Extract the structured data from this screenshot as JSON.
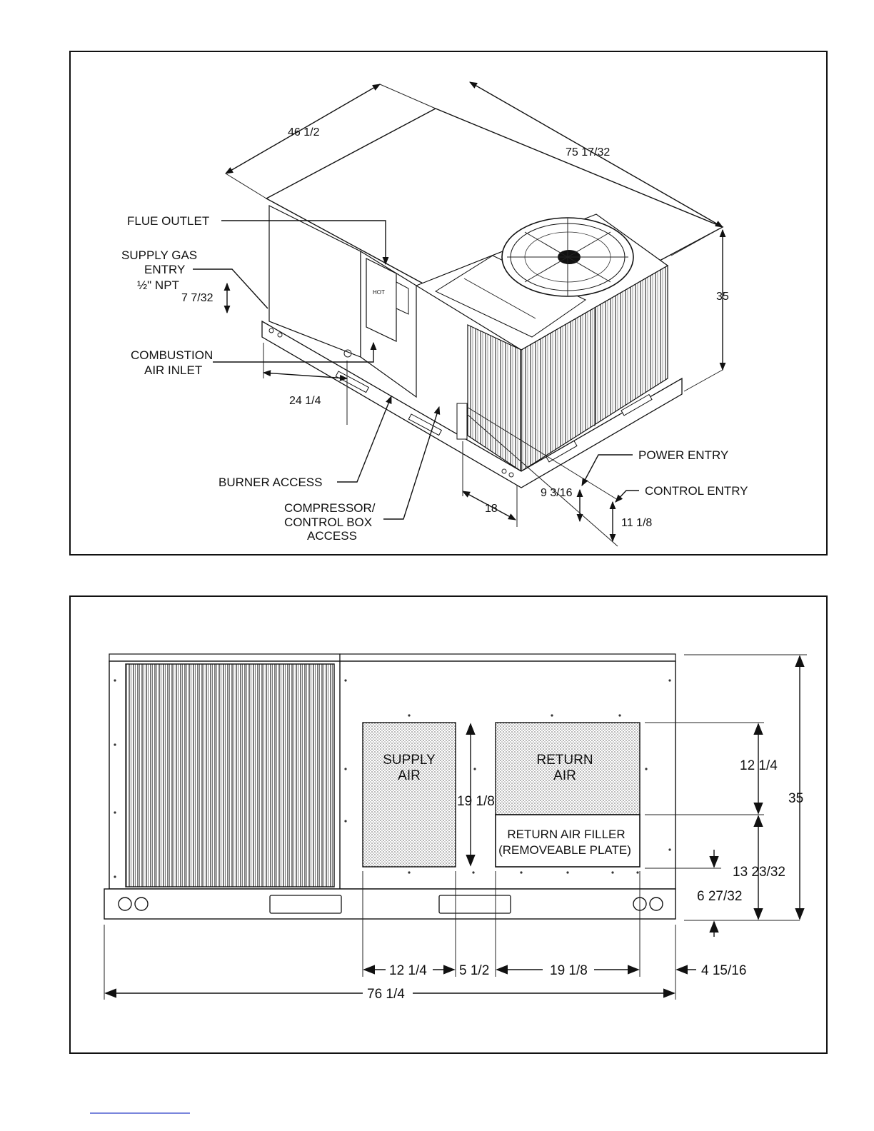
{
  "isometric_view": {
    "dim_depth": "46 1/2",
    "dim_length": "75 17/32",
    "dim_height": "35",
    "flue_outlet": "FLUE OUTLET",
    "supply_gas_line1": "SUPPLY GAS",
    "supply_gas_line2": "ENTRY",
    "supply_gas_line3": "½\" NPT",
    "dim_gas_height": "7 7/32",
    "combustion_line1": "COMBUSTION",
    "combustion_line2": "AIR INLET",
    "dim_combustion": "24 1/4",
    "burner_access": "BURNER ACCESS",
    "compressor_line1": "COMPRESSOR/",
    "compressor_line2": "CONTROL BOX",
    "compressor_line3": "ACCESS",
    "power_entry": "POWER ENTRY",
    "control_entry": "CONTROL ENTRY",
    "dim_power": "9 3/16",
    "dim_control": "11 1/8",
    "dim_18": "18",
    "panel_tag": "HOT"
  },
  "front_view": {
    "supply_line1": "SUPPLY",
    "supply_line2": "AIR",
    "return_line1": "RETURN",
    "return_line2": "AIR",
    "filler_line1": "RETURN AIR FILLER",
    "filler_line2": "(REMOVEABLE PLATE)",
    "dim_opening_height": "19 1/8",
    "dim_return_height": "12 1/4",
    "dim_total_height": "35",
    "dim_filler_height": "13 23/32",
    "dim_base_height": "6 27/32",
    "dim_supply_width": "12 1/4",
    "dim_gap": "5 1/2",
    "dim_return_width": "19 1/8",
    "dim_right_offset": "4 15/16",
    "dim_total_width": "76 1/4"
  },
  "footer": {
    "link_text": ""
  }
}
